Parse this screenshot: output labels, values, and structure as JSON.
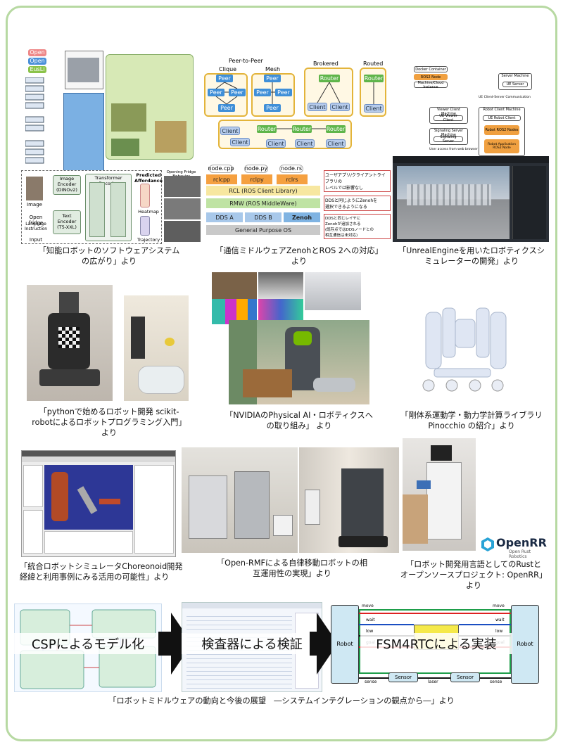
{
  "captions": {
    "c1": "「知能ロボットのソフトウェアシステム\nの広がり」より",
    "c2": "「通信ミドルウェアZenohとROS 2への対応」\nより",
    "c3": "「UnrealEngineを用いたロボティクスシ\nミュレーターの開発」より",
    "c4": "「pythonで始めるロボット開発 scikit-\nrobotによるロボットプログラミング入門」\nより",
    "c5": "「NVIDIAのPhysical AI・ロボティクスへ\nの取り組み」 より",
    "c6": "「剛体系運動学・動力学計算ライブラリ\nPinocchio の紹介」より",
    "c7": "「統合ロボットシミュレータChoreonoid開発\n経緯と利用事例にみる活用の可能性」より",
    "c8": "「Open-RMFによる自律移動ロボットの相\n互運用性の実現」より",
    "c9": "「ロボット開発用言語としてのRustと\nオープンソースプロジェクト: OpenRR」\nより",
    "c10": "「ロボットミドルウェアの動向と今後の展望　―システムインテグレーションの観点から―」より"
  },
  "fig1": {
    "tags": [
      "Open",
      "Open",
      "EusLi"
    ],
    "model_blocks": [
      "Image Encoder\n(DINOv2)",
      "Transformer Decoder",
      "Text\nEncoder\n(T5-XXL)"
    ],
    "labels": [
      "Image",
      "Open fridge",
      "Language\nInstruction",
      "Input",
      "Predicted\nAffordance",
      "Heatmap",
      "Trajectory",
      "Opening Fridge Behavior"
    ]
  },
  "fig2": {
    "groups": [
      "Peer-to-Peer",
      "Brokered",
      "Routed"
    ],
    "subgroups": [
      "Clique",
      "Mesh"
    ],
    "peer": "Peer",
    "client": "Client",
    "router": "Router",
    "nodes": [
      "node.cpp",
      "node.py",
      "node.rs"
    ],
    "libs": [
      "rclcpp",
      "rclpy",
      "rclrs"
    ],
    "rcl": "RCL (ROS Client Library)",
    "rmw": "RMW (ROS MiddleWare)",
    "dds": [
      "DDS A",
      "DDS B"
    ],
    "zenoh": "Zenoh",
    "os": "General Purpose OS",
    "note1": "ユーザアプリ/クライアントライブラリの\nレベルでは影響なし",
    "note2": "DDSと同じようにZenohを\n選択できるようになる",
    "note3": "DDSと同じレイヤに\nZenohが追加される\n(既存点ではDDSノードとの\n相互通信は未対応)"
  },
  "fig3": {
    "blocks": [
      "Docker Container",
      "ROS2 Node",
      "Machine/Cloud Instance",
      "Server Machine",
      "UE Server",
      "Viewer Client Machine",
      "UE Viewer Client",
      "Robot Client Machine",
      "UE Robot Client",
      "Robot ROS2 Nodes",
      "Signaling Server Machine",
      "Signaling Server",
      "Robot Application ROS2 Node",
      "UE Client-Server Communication",
      "User access from web browser"
    ]
  },
  "openrr": {
    "logo": "OpenRR",
    "sub": "Open Rust Robotics"
  },
  "bottom": {
    "band1": "CSPによるモデル化",
    "band2": "検査器による検証",
    "band3": "FSM4RTCによる実装",
    "robot": "Robot",
    "sensor": "Sensor",
    "signals_left": [
      "move",
      "wait",
      "low",
      "goal",
      "sense"
    ],
    "signals_right": [
      "move",
      "wait",
      "low",
      "goal",
      "sense"
    ],
    "laser": "laser"
  },
  "colors": {
    "frame": "#b7d9a2",
    "peer": "#3f8fd8",
    "router": "#5fb54a",
    "group": "#e3b43a"
  }
}
